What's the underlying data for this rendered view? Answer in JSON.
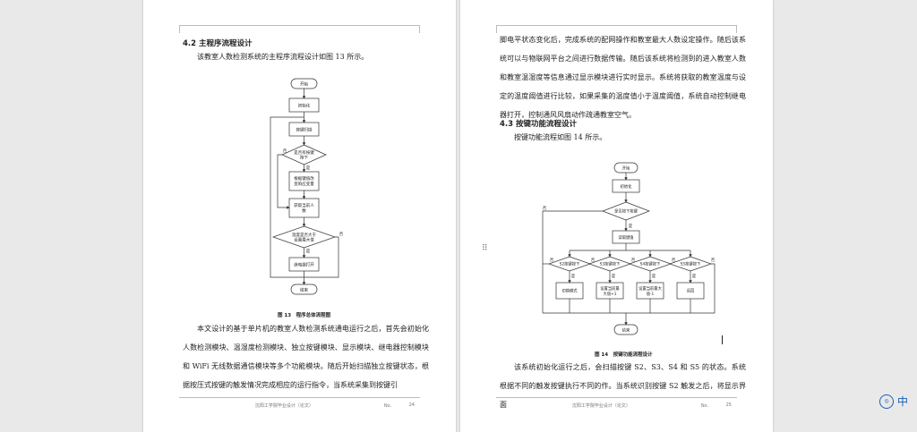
{
  "page1": {
    "section_title": "4.2 主程序流程设计",
    "intro": "该教室人数检测系统的主程序流程设计如图 13 所示。",
    "flow": {
      "start": "开始",
      "init": "初始化",
      "scan": "按键扫描",
      "decision1": [
        "是否有按键",
        "按下"
      ],
      "process1": [
        "根据键值改",
        "变响应变量"
      ],
      "process2": [
        "获取当前人",
        "数"
      ],
      "decision2": [
        "温度是否大于",
        "设置最大值"
      ],
      "relay": "继电器打开",
      "end": "结束",
      "yes": "是",
      "no": "否"
    },
    "caption": "图 13　程序总体流程图",
    "body": "本文设计的基于单片机的教室人数检测系统通电运行之后，首先会初始化人数检测模块、温湿度检测模块、独立按键模块、显示模块、继电器控制模块和 WiFi 无线数据通信模块等多个功能模块。随后开始扫描独立按键状态，根据按压式按键的触发情况完成相应的运行指令，当系统采集到按键引",
    "footer_center": "沈阳工学院毕业设计（论文）",
    "footer_no": "No．",
    "footer_page": "24"
  },
  "page2": {
    "top_text": "脚电平状态变化后，完成系统的配网操作和教室最大人数设定操作。随后该系统可以与物联网平台之间进行数据传输。随后该系统将检测到的进入教室人数和教室温湿度等信息通过显示模块进行实时显示。系统将获取的教室温度与设定的温度阈值进行比较，如果采集的温度值小于温度阈值，系统自动控制继电器打开，控制通风风扇动作疏通教室空气。",
    "section_title": "4.3 按键功能流程设计",
    "intro": "按键功能流程如图 14 所示。",
    "flow": {
      "start": "开始",
      "init": "初始化",
      "decision": "是否按下按键",
      "read": "读取键值",
      "k1": "S2按键按下",
      "k2": "S3按键按下",
      "k3": "S4按键按下",
      "k4": "S5按键按下",
      "a1": "切换模式",
      "a2": [
        "设置当前最",
        "大值+1"
      ],
      "a3": [
        "设置当前最大",
        "值-1"
      ],
      "a4": "返回",
      "end": "结束",
      "yes": "是",
      "no": "否"
    },
    "caption": "图 14　按键功能流程设计",
    "body": "该系统初始化运行之后，会扫描按键 S2、S3、S4 和 S5 的状态。系统根据不同的触发按键执行不同的作。当系统识别按键 S2 触发之后，将显示界面",
    "footer_center": "沈阳工学院毕业设计（论文）",
    "footer_no": "No．",
    "footer_page": "25"
  },
  "lang_indicator": "中"
}
